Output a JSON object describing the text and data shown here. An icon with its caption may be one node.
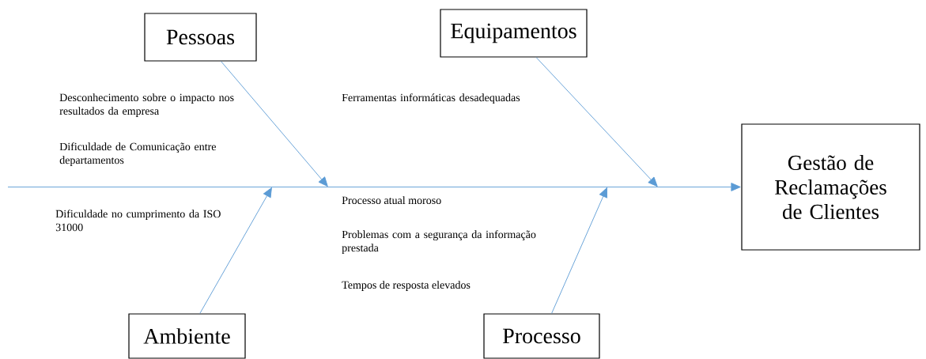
{
  "diagram": {
    "nodes": [
      {
        "text": [
          "Pessoas"
        ]
      },
      {
        "text": [
          "Equipamentos"
        ]
      },
      {
        "text": [
          "Gestão de Reclamações de Clientes"
        ]
      },
      {
        "text": [
          "Ambiente"
        ]
      },
      {
        "text": [
          "Processo"
        ]
      }
    ],
    "edges": [
      {
        "from": null,
        "to": 2,
        "arrow": "to"
      },
      {
        "from": 0,
        "to": null,
        "arrow": "to"
      },
      {
        "from": 1,
        "to": null,
        "arrow": "to"
      },
      {
        "from": 3,
        "to": null,
        "arrow": "to"
      },
      {
        "from": 4,
        "to": null,
        "arrow": "to"
      }
    ],
    "labels": [
      "Desconhecimento sobre o impacto nos resultados da empresa",
      "Ferramentas informáticas desadequadas",
      "Dificuldade de Comunicação entre departamentos",
      "Dificuldade no cumprimento da ISO 31000",
      "Processo atual moroso",
      "Problemas com a segurança da informação prestada",
      "Tempos de resposta elevados"
    ]
  }
}
